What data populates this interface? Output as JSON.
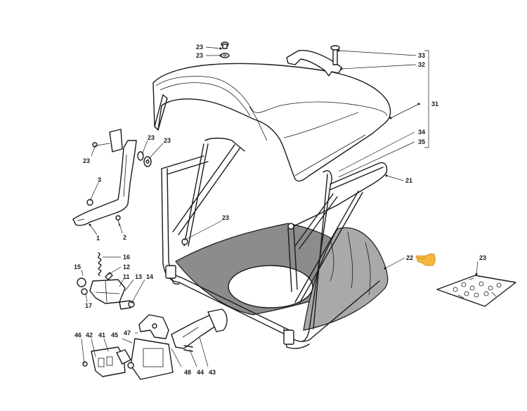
{
  "labels": {
    "l1": "1",
    "l2": "2",
    "l3": "3",
    "l11": "11",
    "l12": "12",
    "l13": "13",
    "l14": "14",
    "l15": "15",
    "l16": "16",
    "l17": "17",
    "l21": "21",
    "l22": "22",
    "l23a": "23",
    "l23b": "23",
    "l23c": "23",
    "l23d": "23",
    "l23e": "23",
    "l23f": "23",
    "l23g": "23",
    "l31": "31",
    "l32": "32",
    "l33": "33",
    "l34": "34",
    "l35": "35",
    "l41": "41",
    "l42": "42",
    "l43": "43",
    "l44": "44",
    "l45": "45",
    "l46": "46",
    "l47": "47",
    "l48": "48"
  },
  "colors": {
    "line": "#1a1a1a",
    "bag_fill": "#8c8c8c",
    "pointer_hand": "#f5b63c"
  },
  "icons": {
    "pointer": "pointing-hand-icon"
  }
}
